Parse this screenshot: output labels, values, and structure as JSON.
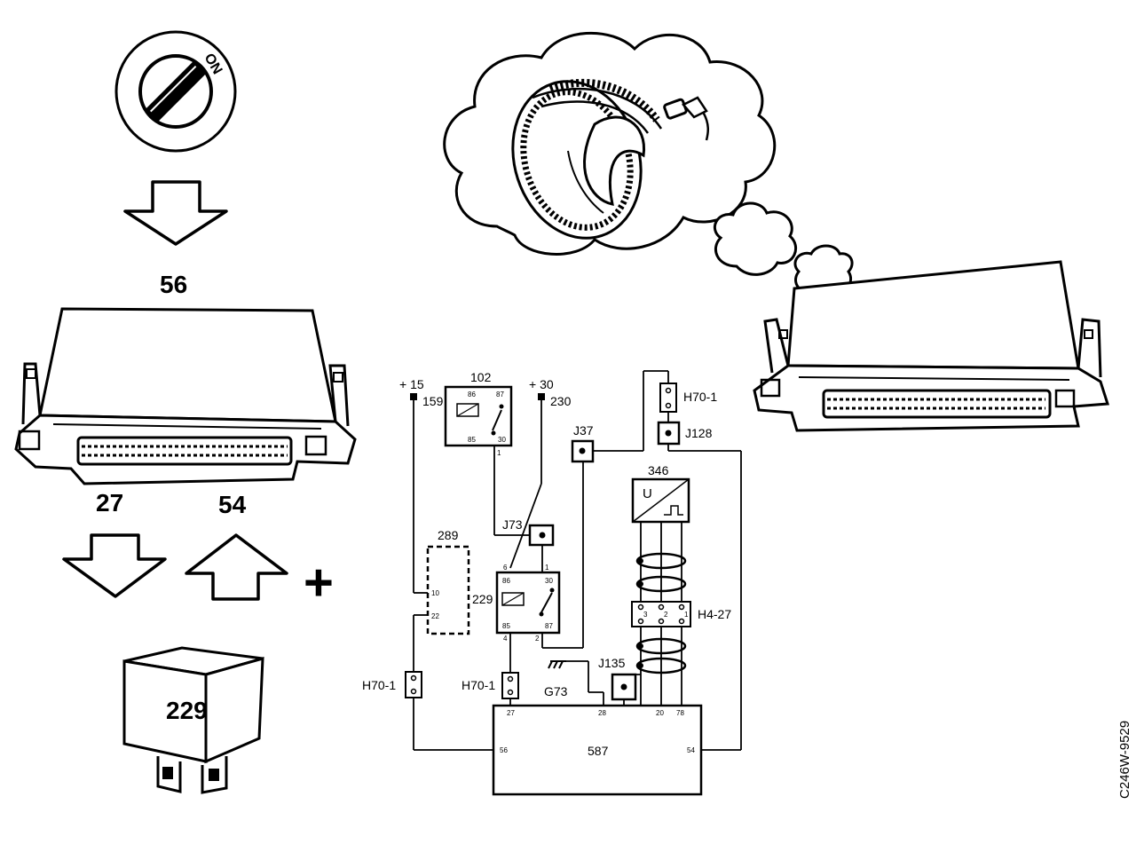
{
  "left_sequence": {
    "switch_label": "ON",
    "ecu_number": "56",
    "output_pin_left": "27",
    "output_pin_right": "54",
    "plus_symbol": "+",
    "relay_number": "229"
  },
  "schematic": {
    "supply_15": {
      "label": "+ 15",
      "wire": "159"
    },
    "supply_30": {
      "label": "+ 30",
      "wire": "230"
    },
    "relay_102": {
      "label": "102",
      "pins": [
        "86",
        "87",
        "85",
        "30"
      ],
      "wire_out": "1"
    },
    "relay_229": {
      "label": "229",
      "pins": [
        "86",
        "30",
        "85",
        "87"
      ],
      "wire_nums": [
        "6",
        "1",
        "4",
        "2"
      ]
    },
    "module_289": {
      "label": "289",
      "pins": [
        "10",
        "22"
      ]
    },
    "ecu_587": {
      "label": "587",
      "pins": [
        "27",
        "56",
        "28",
        "20",
        "78",
        "54"
      ]
    },
    "sensor_346": {
      "label": "346",
      "symbol": "U"
    },
    "junctions": [
      "J73",
      "J37",
      "J128",
      "J135"
    ],
    "connectors": [
      "H70-1",
      "H70-1",
      "H70-1",
      "H4-27"
    ],
    "ground": "G73",
    "h4_pins": [
      "3",
      "2",
      "1"
    ]
  },
  "figure_code": "C246W-9529"
}
